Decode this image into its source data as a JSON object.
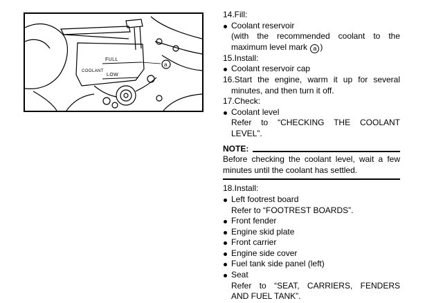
{
  "figure": {
    "labels": {
      "full": "FULL",
      "low": "LOW",
      "coolant": "COOLANT",
      "marker": "a"
    }
  },
  "steps": {
    "s14_title": "14.Fill:",
    "s14_item": "Coolant reservoir",
    "s14_sub1": "(with the recommended coolant to the",
    "s14_sub2_pre": "maximum level mark ",
    "s14_sub2_marker": "a",
    "s14_sub2_post": ")",
    "s15_title": "15.Install:",
    "s15_item": "Coolant reservoir cap",
    "s16_line1": "16.Start the engine, warm it up for several",
    "s16_line2": "minutes, and then turn it off.",
    "s17_title": "17.Check:",
    "s17_item": "Coolant level",
    "s17_ref1": "Refer to “CHECKING THE COOLANT",
    "s17_ref2": "LEVEL”.",
    "note_title": "NOTE:",
    "note_line1": "Before checking the coolant level, wait a few",
    "note_line2": "minutes until the coolant has settled.",
    "s18_title": "18.Install:",
    "s18_items": [
      "Left footrest board",
      "Front fender",
      "Engine skid plate",
      "Front carrier",
      "Engine side cover",
      "Fuel tank side panel (left)",
      "Seat"
    ],
    "s18_ref_footrest": "Refer to “FOOTREST BOARDS”.",
    "s18_ref_seat1": "Refer to “SEAT, CARRIERS, FENDERS",
    "s18_ref_seat2": "AND FUEL TANK”."
  }
}
